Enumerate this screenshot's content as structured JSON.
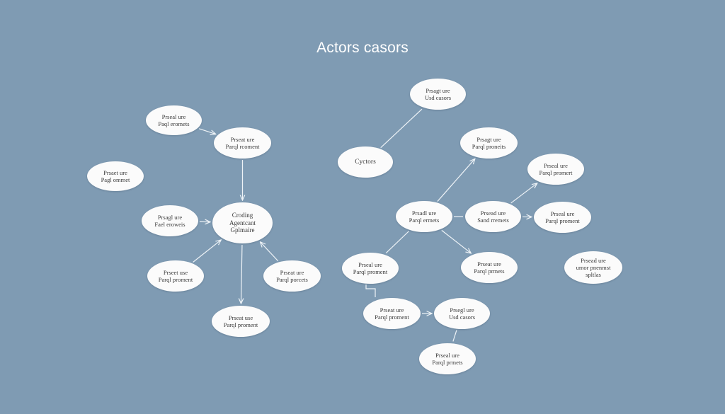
{
  "title": "Actors casors",
  "colors": {
    "background": "#7f9bb3",
    "node_fill": "#fbfbfb",
    "edge": "#eef3f7"
  },
  "nodes": {
    "n1": {
      "line1": "Prseal ure",
      "line2": "Paql eromets"
    },
    "n2": {
      "line1": "Prseat ure",
      "line2": "Parql rcoment"
    },
    "n3": {
      "line1": "Prsaet ure",
      "line2": "Pagl ommet"
    },
    "n4": {
      "line1": "Prsagl ure",
      "line2": "Fael eroweis"
    },
    "center": {
      "line1": "Croding",
      "line2": "Agentcant",
      "line3": "Gplmaire"
    },
    "n6": {
      "line1": "Prseet use",
      "line2": "Parql proment"
    },
    "n7": {
      "line1": "Prseat ure",
      "line2": "Parql porcets"
    },
    "n8": {
      "line1": "Prseat use",
      "line2": "Parql proment"
    },
    "n9": {
      "line1": "Prsagt ure",
      "line2": "Usd casors"
    },
    "n10": {
      "line1": "Cyctors"
    },
    "n11": {
      "line1": "Prsagt ure",
      "line2": "Parql proneits"
    },
    "n12": {
      "line1": "Prseal ure",
      "line2": "Parql promert"
    },
    "n13": {
      "line1": "Prsadl ure",
      "line2": "Parql ermets"
    },
    "n14": {
      "line1": "Prsead ure",
      "line2": "Sand rremets"
    },
    "n15": {
      "line1": "Prseal ure",
      "line2": "Parql proment"
    },
    "n16": {
      "line1": "Prseal ure",
      "line2": "Parql proment"
    },
    "n17": {
      "line1": "Prseat ure",
      "line2": "Parql prmets"
    },
    "n18": {
      "line1": "Prsead ure",
      "line2": "umor pnenmst",
      "line3": "spltlas"
    },
    "n19": {
      "line1": "Prseat ure",
      "line2": "Parql proment"
    },
    "n20": {
      "line1": "Prsegl ure",
      "line2": "Usd casors"
    },
    "n21": {
      "line1": "Prseal ure",
      "line2": "Parql prmets"
    }
  },
  "edges": [
    {
      "from": "n1",
      "to": "n2",
      "arrow": true
    },
    {
      "from": "n2",
      "to": "center",
      "arrow": true
    },
    {
      "from": "n4",
      "to": "center",
      "arrow": true
    },
    {
      "from": "n6",
      "to": "center",
      "arrow": true
    },
    {
      "from": "n7",
      "to": "center",
      "arrow": true
    },
    {
      "from": "center",
      "to": "n8",
      "arrow": true
    },
    {
      "from": "n10",
      "to": "n9",
      "arrow": false
    },
    {
      "from": "n13",
      "to": "n11",
      "arrow": true
    },
    {
      "from": "n13",
      "to": "n14",
      "arrow": false
    },
    {
      "from": "n14",
      "to": "n12",
      "arrow": true
    },
    {
      "from": "n14",
      "to": "n15",
      "arrow": true
    },
    {
      "from": "n13",
      "to": "n16",
      "arrow": false
    },
    {
      "from": "n13",
      "to": "n17",
      "arrow": true
    },
    {
      "from": "n16",
      "to": "n19",
      "arrow": false,
      "elbow": true
    },
    {
      "from": "n19",
      "to": "n20",
      "arrow": true
    },
    {
      "from": "n20",
      "to": "n21",
      "arrow": false
    }
  ]
}
